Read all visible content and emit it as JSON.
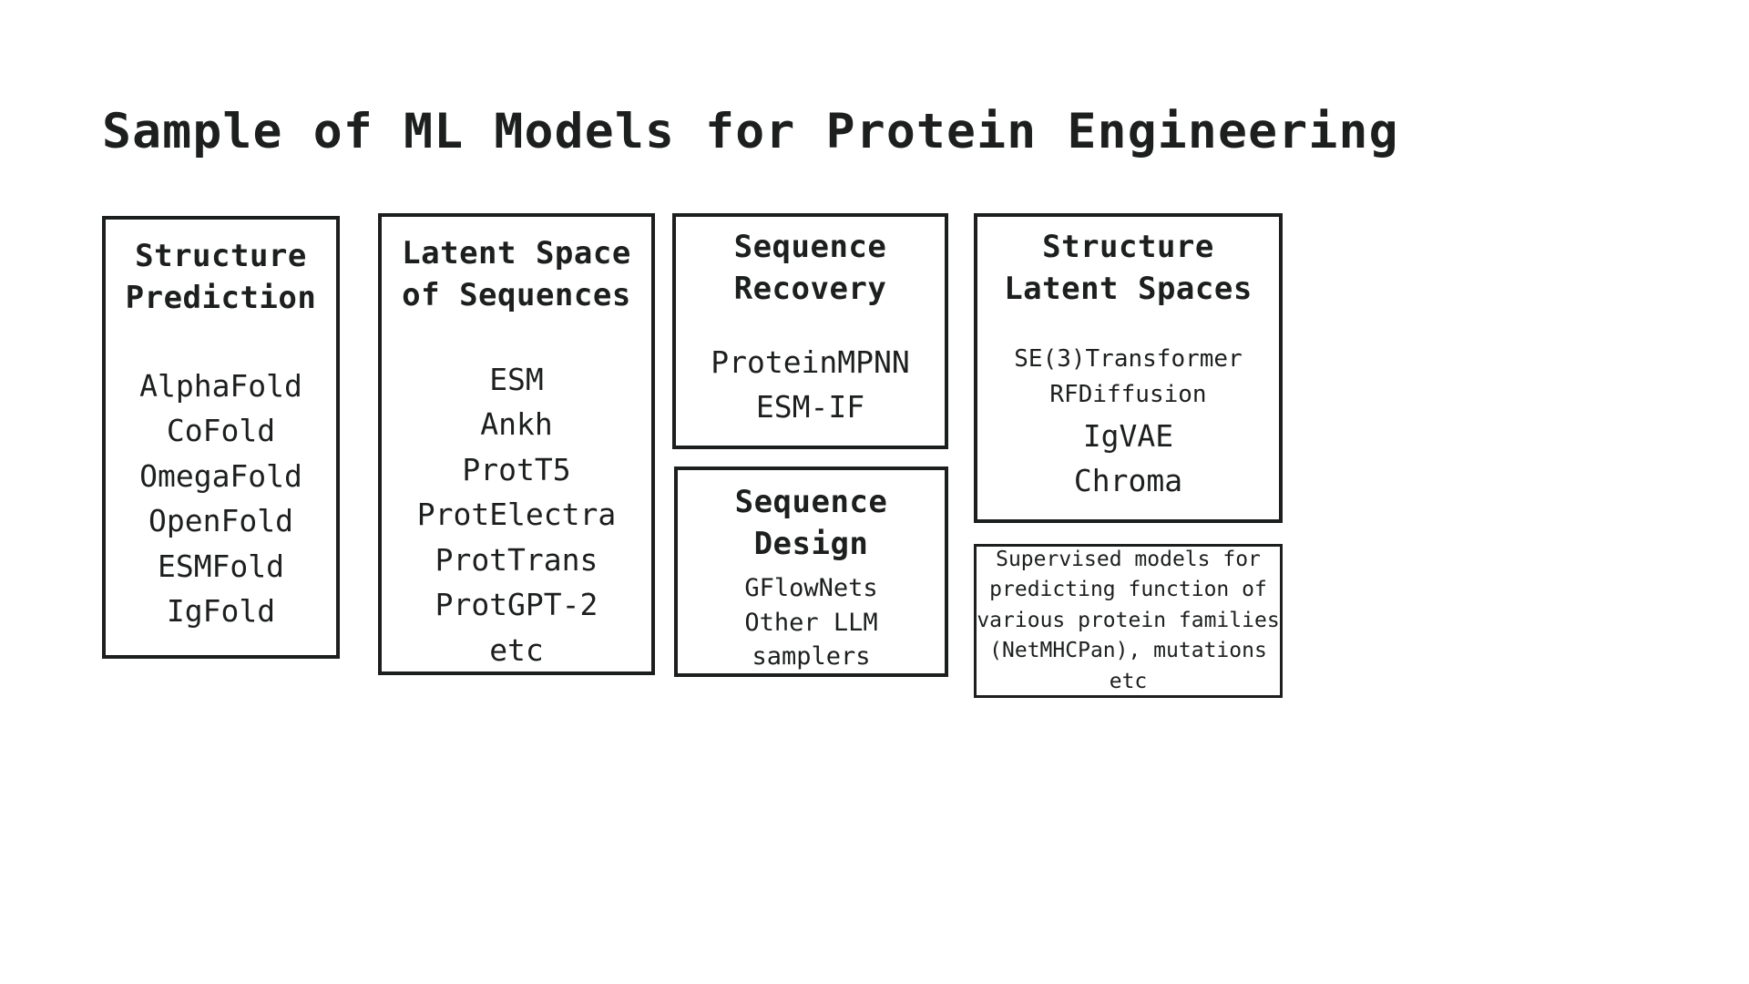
{
  "page": {
    "title": "Sample of ML Models for Protein Engineering",
    "background_color": "#ffffff",
    "text_color": "#1c1f1e",
    "border_color": "#1c1f1e"
  },
  "boxes": [
    {
      "id": "structure-prediction",
      "title": "Structure\nPrediction",
      "items": [
        "AlphaFold",
        "CoFold",
        "OmegaFold",
        "OpenFold",
        "ESMFold",
        "IgFold"
      ]
    },
    {
      "id": "latent-space-of-sequences",
      "title": "Latent Space\nof Sequences",
      "items": [
        "ESM",
        "Ankh",
        "ProtT5",
        "ProtElectra",
        "ProtTrans",
        "ProtGPT-2",
        "etc"
      ]
    },
    {
      "id": "sequence-recovery",
      "title": "Sequence\nRecovery",
      "items": [
        "ProteinMPNN",
        "ESM-IF"
      ]
    },
    {
      "id": "sequence-design",
      "title": "Sequence\nDesign",
      "items": [
        "GFlowNets",
        "Other LLM",
        "samplers"
      ]
    },
    {
      "id": "structure-latent-spaces",
      "title": "Structure\nLatent Spaces",
      "items": [
        "SE(3)Transformer",
        "RFDiffusion",
        "IgVAE",
        "Chroma"
      ],
      "item_sizes": [
        "small",
        "small",
        "normal",
        "normal"
      ]
    }
  ],
  "note": {
    "text": "Supervised models for\npredicting function of\nvarious protein families\n(NetMHCPan), mutations\netc"
  }
}
